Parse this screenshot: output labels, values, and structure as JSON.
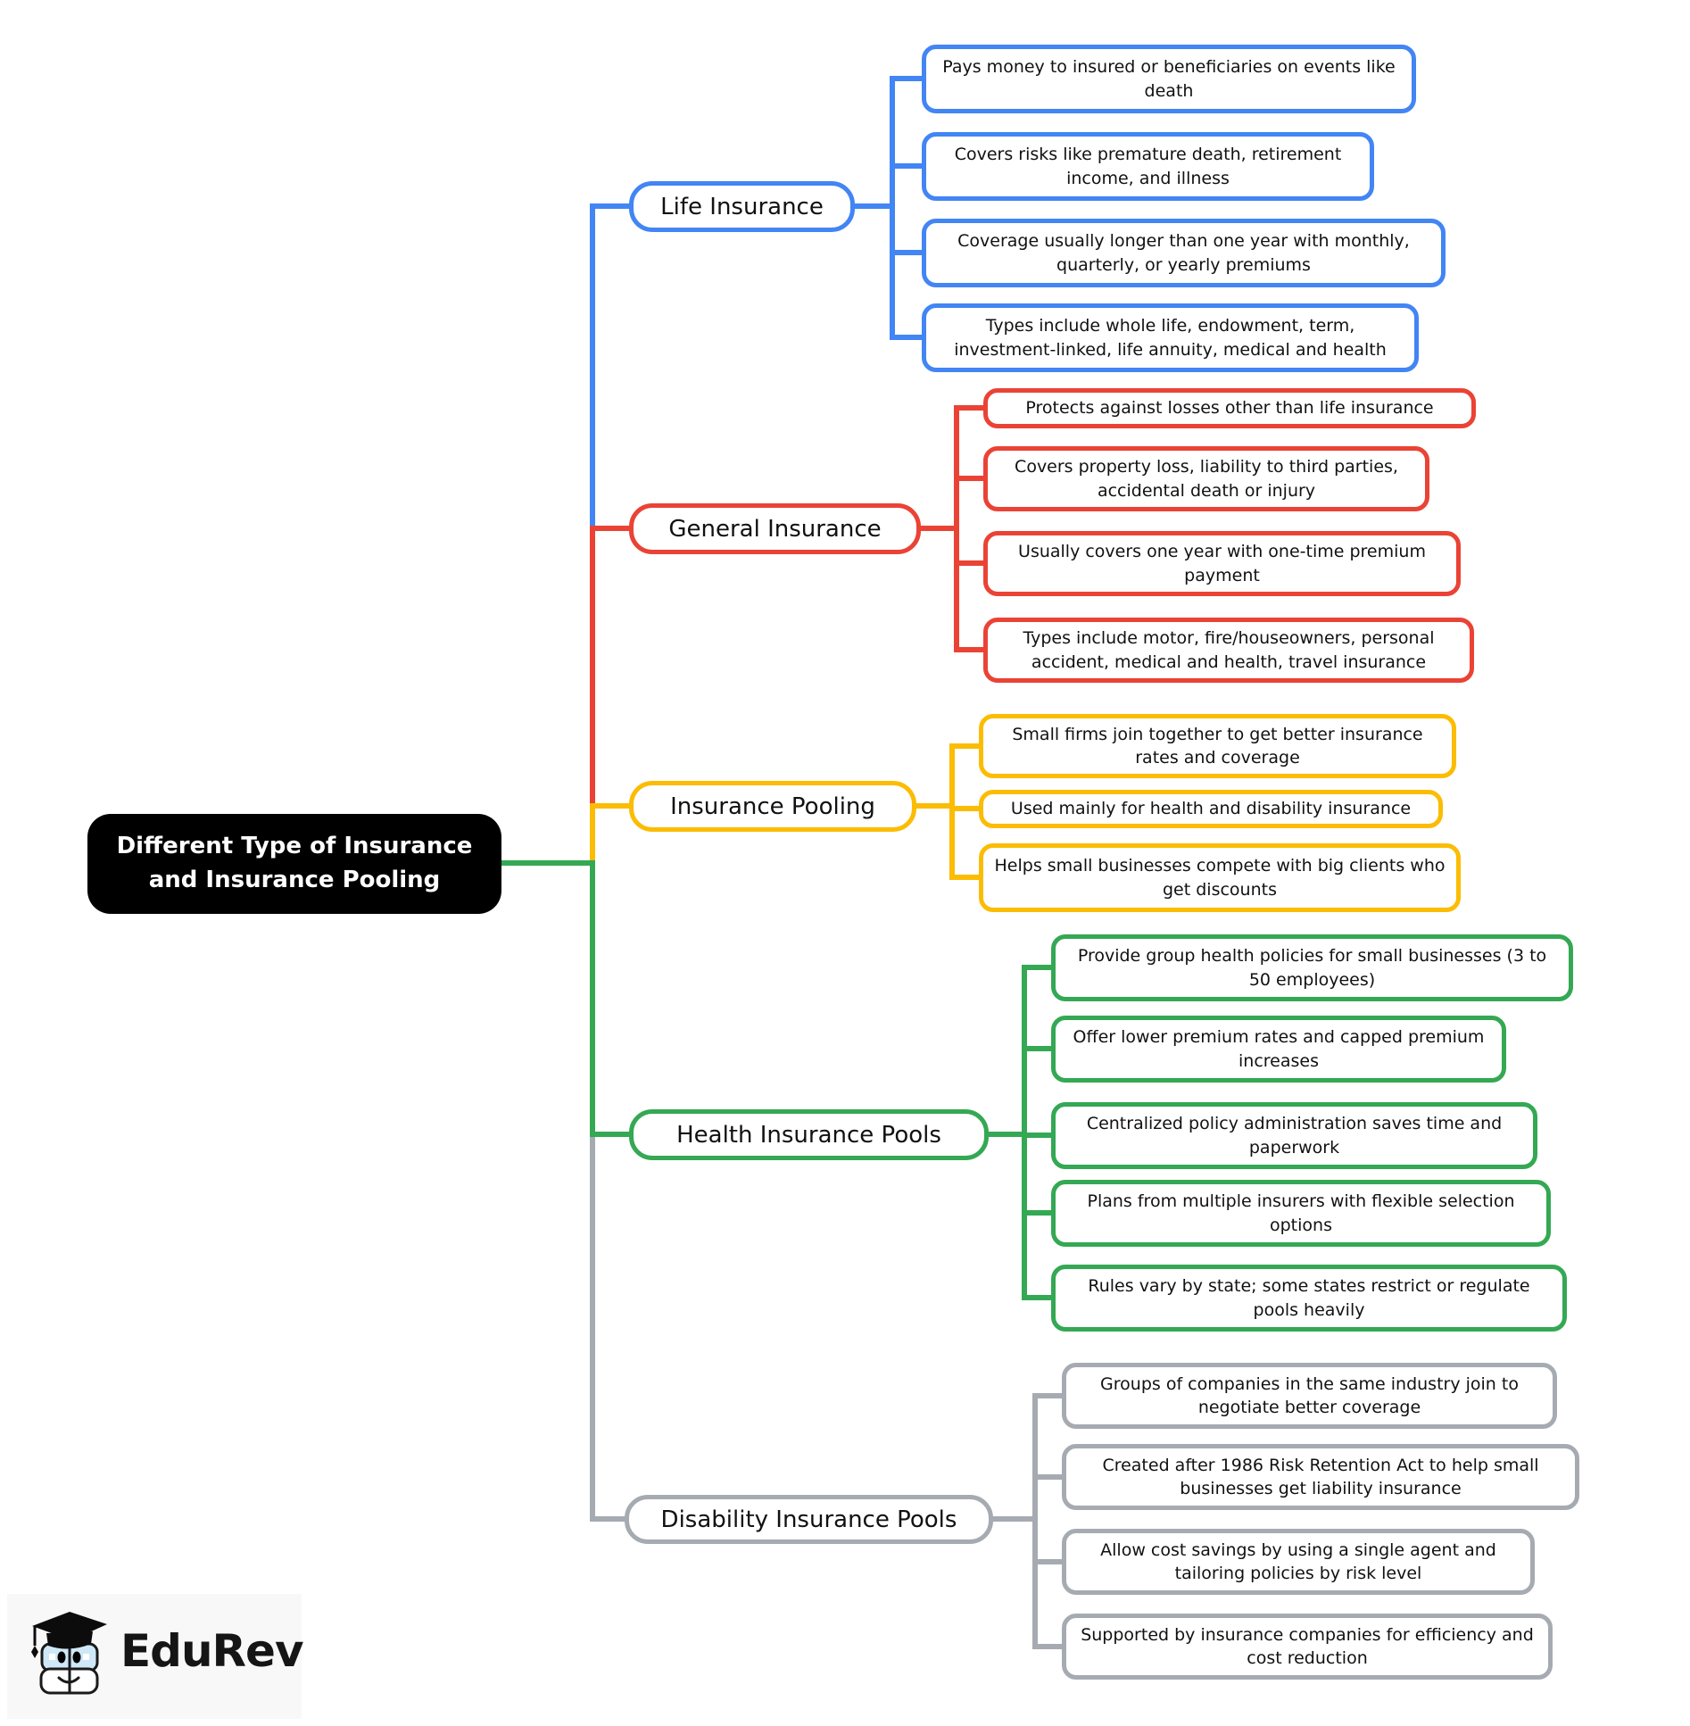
{
  "root": {
    "title": "Different Type of Insurance and Insurance Pooling",
    "bg_color": "#000000",
    "text_color": "#ffffff"
  },
  "colors": {
    "life": "#4285F4",
    "general": "#EA4335",
    "pooling": "#FBBC04",
    "health": "#34A853",
    "disability": "#A6ABB2"
  },
  "branches": [
    {
      "label": "Life Insurance",
      "color": "#4285F4",
      "leaves": [
        "Pays money to insured or beneficiaries on events like death",
        "Covers risks like premature death, retirement income, and illness",
        "Coverage usually longer than one year with monthly, quarterly, or yearly premiums",
        "Types include whole life, endowment, term, investment-linked, life annuity, medical and health"
      ]
    },
    {
      "label": "General Insurance",
      "color": "#EA4335",
      "leaves": [
        "Protects against losses other than life insurance",
        "Covers property loss, liability to third parties, accidental death or injury",
        "Usually covers one year with one-time premium payment",
        "Types include motor, fire/houseowners, personal accident, medical and health, travel insurance"
      ]
    },
    {
      "label": "Insurance Pooling",
      "color": "#FBBC04",
      "leaves": [
        "Small firms join together to get better insurance rates and coverage",
        "Used mainly for health and disability insurance",
        "Helps small businesses compete with big clients who get discounts"
      ]
    },
    {
      "label": "Health Insurance Pools",
      "color": "#34A853",
      "leaves": [
        "Provide group health policies for small businesses (3 to 50 employees)",
        "Offer lower premium rates and capped premium increases",
        "Centralized policy administration saves time and paperwork",
        "Plans from multiple insurers with flexible selection options",
        "Rules vary by state; some states restrict or regulate pools heavily"
      ]
    },
    {
      "label": "Disability Insurance Pools",
      "color": "#A6ABB2",
      "leaves": [
        "Groups of companies in the same industry join to negotiate better coverage",
        "Created after 1986 Risk Retention Act to help small businesses get liability insurance",
        "Allow cost savings by using a single agent and tailoring policies by risk level",
        "Supported by insurance companies for efficiency and cost reduction"
      ]
    }
  ],
  "logo": {
    "text": "EduRev"
  }
}
